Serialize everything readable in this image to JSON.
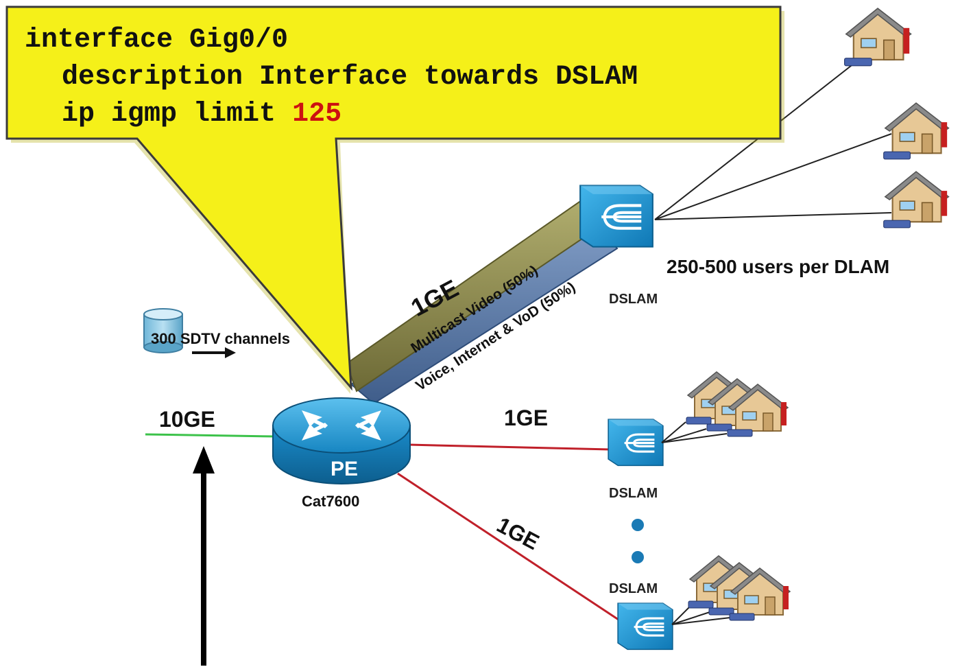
{
  "callout": {
    "line1": "interface Gig0/0",
    "line2_indent": "  ",
    "line2": "description Interface towards DSLAM",
    "line3_prefix": "ip igmp limit ",
    "line3_value": "125"
  },
  "source": {
    "label": "300 SDTV channels"
  },
  "uplink": {
    "speed": "10GE"
  },
  "router": {
    "name": "PE",
    "model": "Cat7600"
  },
  "links": {
    "top_speed": "1GE",
    "multicast_label": "Multicast Video (50%)",
    "data_label": "Voice, Internet & VoD (50%)",
    "middle_speed": "1GE",
    "bottom_speed": "1GE"
  },
  "dslams": [
    {
      "label": "DSLAM"
    },
    {
      "label": "DSLAM"
    },
    {
      "label": "DSLAM"
    }
  ],
  "users_note": "250-500 users per DLAM",
  "colors": {
    "callout_fill": "#f5f019",
    "router_blue": "#1b8fc9",
    "dslam_blue": "#1a9ad6",
    "link_red": "#c0202a",
    "uplink_green": "#3cc24a",
    "pipe_olive": "#8a8a4a",
    "pipe_steel": "#5b7aa6"
  }
}
